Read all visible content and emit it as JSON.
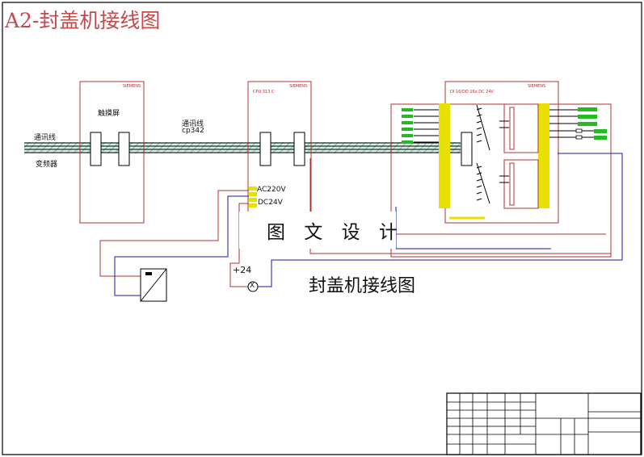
{
  "header": {
    "title": "A2-封盖机接线图"
  },
  "labels": {
    "touch_screen": "触摸屏",
    "comm_line_left": "通讯线",
    "vfd": "变频器",
    "comm_line_mid": "通讯线",
    "cp342": "cp342",
    "ac220v": "AC220V",
    "dc24v": "DC24V",
    "plus24": "+24",
    "watermark": "图 文 设 计",
    "drawing_name": "封盖机接线图",
    "siemens_1": "SIEMENS",
    "siemens_2": "SIEMENS",
    "siemens_3": "SIEMENS",
    "cpu_label": "CPU 313 C",
    "io_module_label": "DI 16/DO 16x DC 24V",
    "lamp_symbol": "X"
  },
  "colors": {
    "frame": "#000000",
    "module_border": "#b03030",
    "io_yellow": "#e8e000",
    "io_green": "#22bb22",
    "comm_cable": "#7fbfa8",
    "wire_blue": "#1a1aa0",
    "title_red": "#c44a4a"
  }
}
